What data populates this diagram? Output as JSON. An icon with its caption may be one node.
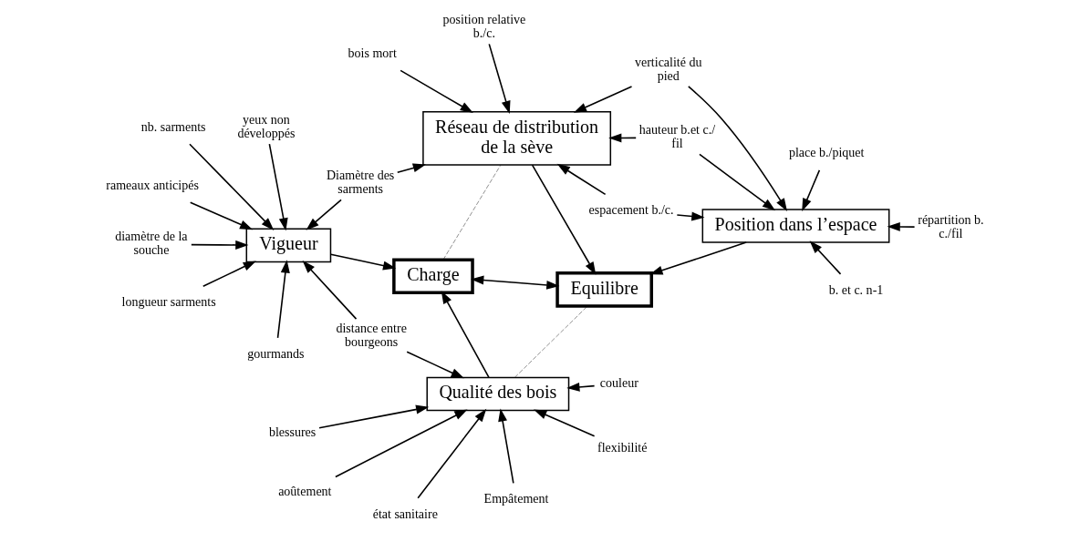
{
  "diagram": {
    "nodes": [
      {
        "text": [
          "Qualité des bois"
        ]
      },
      {
        "text": [
          "Charge"
        ]
      },
      {
        "text": [
          "Equilibre"
        ]
      },
      {
        "text": [
          "Position dans l’espace"
        ]
      },
      {
        "text": [
          "Vigueur"
        ]
      },
      {
        "text": [
          "Réseau de distribution de la sève"
        ]
      },
      {
        "text": [
          "aoûtement"
        ]
      },
      {
        "text": [
          "couleur"
        ]
      },
      {
        "text": [
          "état sanitaire"
        ]
      },
      {
        "text": [
          "flexibilité"
        ]
      },
      {
        "text": [
          "Empâtement"
        ]
      },
      {
        "text": [
          "blessures"
        ]
      },
      {
        "text": [
          "b. et c. n-1"
        ]
      },
      {
        "text": [
          "répartition b. c./fil"
        ]
      },
      {
        "text": [
          "place b./piquet"
        ]
      },
      {
        "text": [
          "distance entre bourgeons"
        ]
      },
      {
        "text": [
          "espacement b./c."
        ]
      },
      {
        "text": [
          "hauteur b.et c./ fil"
        ]
      },
      {
        "text": [
          "verticalité du pied"
        ]
      },
      {
        "text": [
          "diamètre de la souche"
        ]
      },
      {
        "text": [
          "gourmands"
        ]
      },
      {
        "text": [
          "longueur sarments"
        ]
      },
      {
        "text": [
          "nb. sarments"
        ]
      },
      {
        "text": [
          "yeux non développés"
        ]
      },
      {
        "text": [
          "rameaux anticipés"
        ]
      },
      {
        "text": [
          "Diamètre des sarments"
        ]
      },
      {
        "text": [
          "position relative b./c."
        ]
      },
      {
        "text": [
          "bois mort"
        ]
      }
    ],
    "edges": [
      {
        "from": 6,
        "to": 0,
        "arrow": "to"
      },
      {
        "from": 7,
        "to": 0,
        "arrow": "to"
      },
      {
        "from": 8,
        "to": 0,
        "arrow": "to"
      },
      {
        "from": 9,
        "to": 0,
        "arrow": "to"
      },
      {
        "from": 10,
        "to": 0,
        "arrow": "to"
      },
      {
        "from": 11,
        "to": 0,
        "arrow": "to"
      },
      {
        "from": 12,
        "to": 3,
        "arrow": "to"
      },
      {
        "from": 13,
        "to": 3,
        "arrow": "to"
      },
      {
        "from": 14,
        "to": 3,
        "arrow": "to"
      },
      {
        "from": 0,
        "to": 1,
        "arrow": "to"
      },
      {
        "from": 0,
        "to": 2,
        "arrow": "none",
        "style": "dashed",
        "color": "#777777"
      },
      {
        "from": 3,
        "to": 2,
        "arrow": "to"
      },
      {
        "from": 15,
        "to": 0,
        "arrow": "to"
      },
      {
        "from": 15,
        "to": 4,
        "arrow": "to"
      },
      {
        "from": 16,
        "to": 3,
        "arrow": "to"
      },
      {
        "from": 17,
        "to": 3,
        "arrow": "to"
      },
      {
        "from": 18,
        "to": 3,
        "arrow": "to"
      },
      {
        "from": 1,
        "to": 2,
        "arrow": "both"
      },
      {
        "from": 1,
        "to": 5,
        "arrow": "none",
        "style": "dashed",
        "color": "#777777"
      },
      {
        "from": 4,
        "to": 1,
        "arrow": "to"
      },
      {
        "from": 5,
        "to": 2,
        "arrow": "to"
      },
      {
        "from": 16,
        "to": 5,
        "arrow": "to"
      },
      {
        "from": 17,
        "to": 5,
        "arrow": "to"
      },
      {
        "from": 18,
        "to": 5,
        "arrow": "to"
      },
      {
        "from": 19,
        "to": 4,
        "arrow": "to"
      },
      {
        "from": 20,
        "to": 4,
        "arrow": "to"
      },
      {
        "from": 21,
        "to": 4,
        "arrow": "to"
      },
      {
        "from": 22,
        "to": 4,
        "arrow": "to"
      },
      {
        "from": 24,
        "to": 4,
        "arrow": "to"
      },
      {
        "from": 23,
        "to": 4,
        "arrow": "to"
      },
      {
        "from": 25,
        "to": 4,
        "arrow": "to"
      },
      {
        "from": 25,
        "to": 5,
        "arrow": "to"
      },
      {
        "from": 26,
        "to": 5,
        "arrow": "to"
      },
      {
        "from": 27,
        "to": 5,
        "arrow": "to"
      }
    ]
  }
}
